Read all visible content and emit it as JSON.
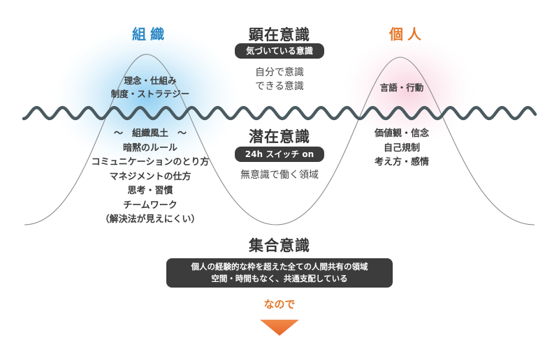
{
  "organization": {
    "title": "組織",
    "conscious_lines": [
      "理念・仕組み",
      "制度・ストラテジー"
    ],
    "subconscious_lines": [
      "〜　組織風土　〜",
      "暗黙のルール",
      "コミュニケーションのとり方",
      "マネジメントの仕方",
      "思考・習慣",
      "チームワーク",
      "（解決法が見えにくい）"
    ]
  },
  "conscious": {
    "heading": "顕在意識",
    "tag": "気づいている意識",
    "desc_lines": [
      "自分で意識",
      "できる意識"
    ]
  },
  "subconscious": {
    "heading": "潜在意識",
    "tag": "24h スイッチ on",
    "desc": "無意識で働く領域"
  },
  "individual": {
    "title": "個人",
    "conscious_line": "言語・行動",
    "subconscious_lines": [
      "価値観・信念",
      "自己規制",
      "考え方・感情"
    ]
  },
  "collective": {
    "heading": "集合意識",
    "desc_lines": [
      "個人の経験的な枠を超えた全ての人間共有の領域",
      "空間・時間もなく、共通支配している"
    ]
  },
  "footer": {
    "text": "なので"
  },
  "colors": {
    "organization": "#2a86c4",
    "individual": "#e5772a",
    "wave": "#4a5a60",
    "dark_pill": "#3c3c3c"
  }
}
